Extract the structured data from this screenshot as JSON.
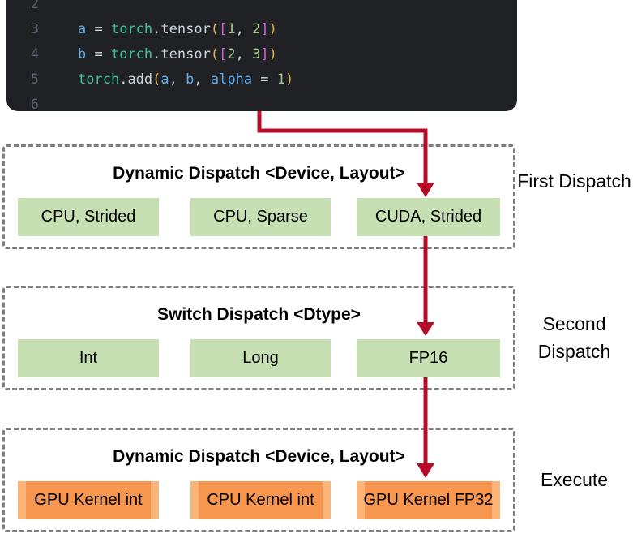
{
  "colors": {
    "arrow": "#b60c28",
    "dash": "#7f7f7f",
    "green": "#c6e0b4",
    "orange": "#f7964e",
    "orange_light": "#fbb478",
    "code_bg": "#202125"
  },
  "code": {
    "palette": {
      "gutter": "#5b6472",
      "var": "#61afef",
      "plain": "#ced6e0",
      "module": "#3fc3a0",
      "fn": "#ced6e0",
      "paren": "#e2b452",
      "bracket": "#d55fde",
      "num": "#a5c989"
    },
    "lines": [
      {
        "num": "2",
        "tokens": []
      },
      {
        "num": "3",
        "tokens": [
          {
            "t": "a ",
            "c": "var"
          },
          {
            "t": "= ",
            "c": "plain"
          },
          {
            "t": "torch",
            "c": "module"
          },
          {
            "t": ".",
            "c": "plain"
          },
          {
            "t": "tensor",
            "c": "fn"
          },
          {
            "t": "(",
            "c": "paren"
          },
          {
            "t": "[",
            "c": "bracket"
          },
          {
            "t": "1",
            "c": "num"
          },
          {
            "t": ", ",
            "c": "plain"
          },
          {
            "t": "2",
            "c": "num"
          },
          {
            "t": "]",
            "c": "bracket"
          },
          {
            "t": ")",
            "c": "paren"
          }
        ]
      },
      {
        "num": "4",
        "tokens": [
          {
            "t": "b ",
            "c": "var"
          },
          {
            "t": "= ",
            "c": "plain"
          },
          {
            "t": "torch",
            "c": "module"
          },
          {
            "t": ".",
            "c": "plain"
          },
          {
            "t": "tensor",
            "c": "fn"
          },
          {
            "t": "(",
            "c": "paren"
          },
          {
            "t": "[",
            "c": "bracket"
          },
          {
            "t": "2",
            "c": "num"
          },
          {
            "t": ", ",
            "c": "plain"
          },
          {
            "t": "3",
            "c": "num"
          },
          {
            "t": "]",
            "c": "bracket"
          },
          {
            "t": ")",
            "c": "paren"
          }
        ]
      },
      {
        "num": "5",
        "tokens": [
          {
            "t": "torch",
            "c": "module"
          },
          {
            "t": ".",
            "c": "plain"
          },
          {
            "t": "add",
            "c": "fn"
          },
          {
            "t": "(",
            "c": "paren"
          },
          {
            "t": "a",
            "c": "var"
          },
          {
            "t": ", ",
            "c": "plain"
          },
          {
            "t": "b",
            "c": "var"
          },
          {
            "t": ", ",
            "c": "plain"
          },
          {
            "t": "alpha ",
            "c": "var"
          },
          {
            "t": "= ",
            "c": "plain"
          },
          {
            "t": "1",
            "c": "num"
          },
          {
            "t": ")",
            "c": "paren"
          }
        ]
      },
      {
        "num": "6",
        "tokens": []
      }
    ]
  },
  "sections": [
    {
      "title": "Dynamic Dispatch <Device, Layout>",
      "cells": [
        "CPU, Strided",
        "CPU, Sparse",
        "CUDA, Strided"
      ],
      "side_label": "First Dispatch"
    },
    {
      "title": "Switch Dispatch <Dtype>",
      "cells": [
        "Int",
        "Long",
        "FP16"
      ],
      "side_label": "Second Dispatch"
    },
    {
      "title": "Dynamic Dispatch <Device, Layout>",
      "cells": [
        "GPU Kernel int",
        "CPU Kernel int",
        "GPU Kernel FP32"
      ],
      "side_label": "Execute"
    }
  ]
}
